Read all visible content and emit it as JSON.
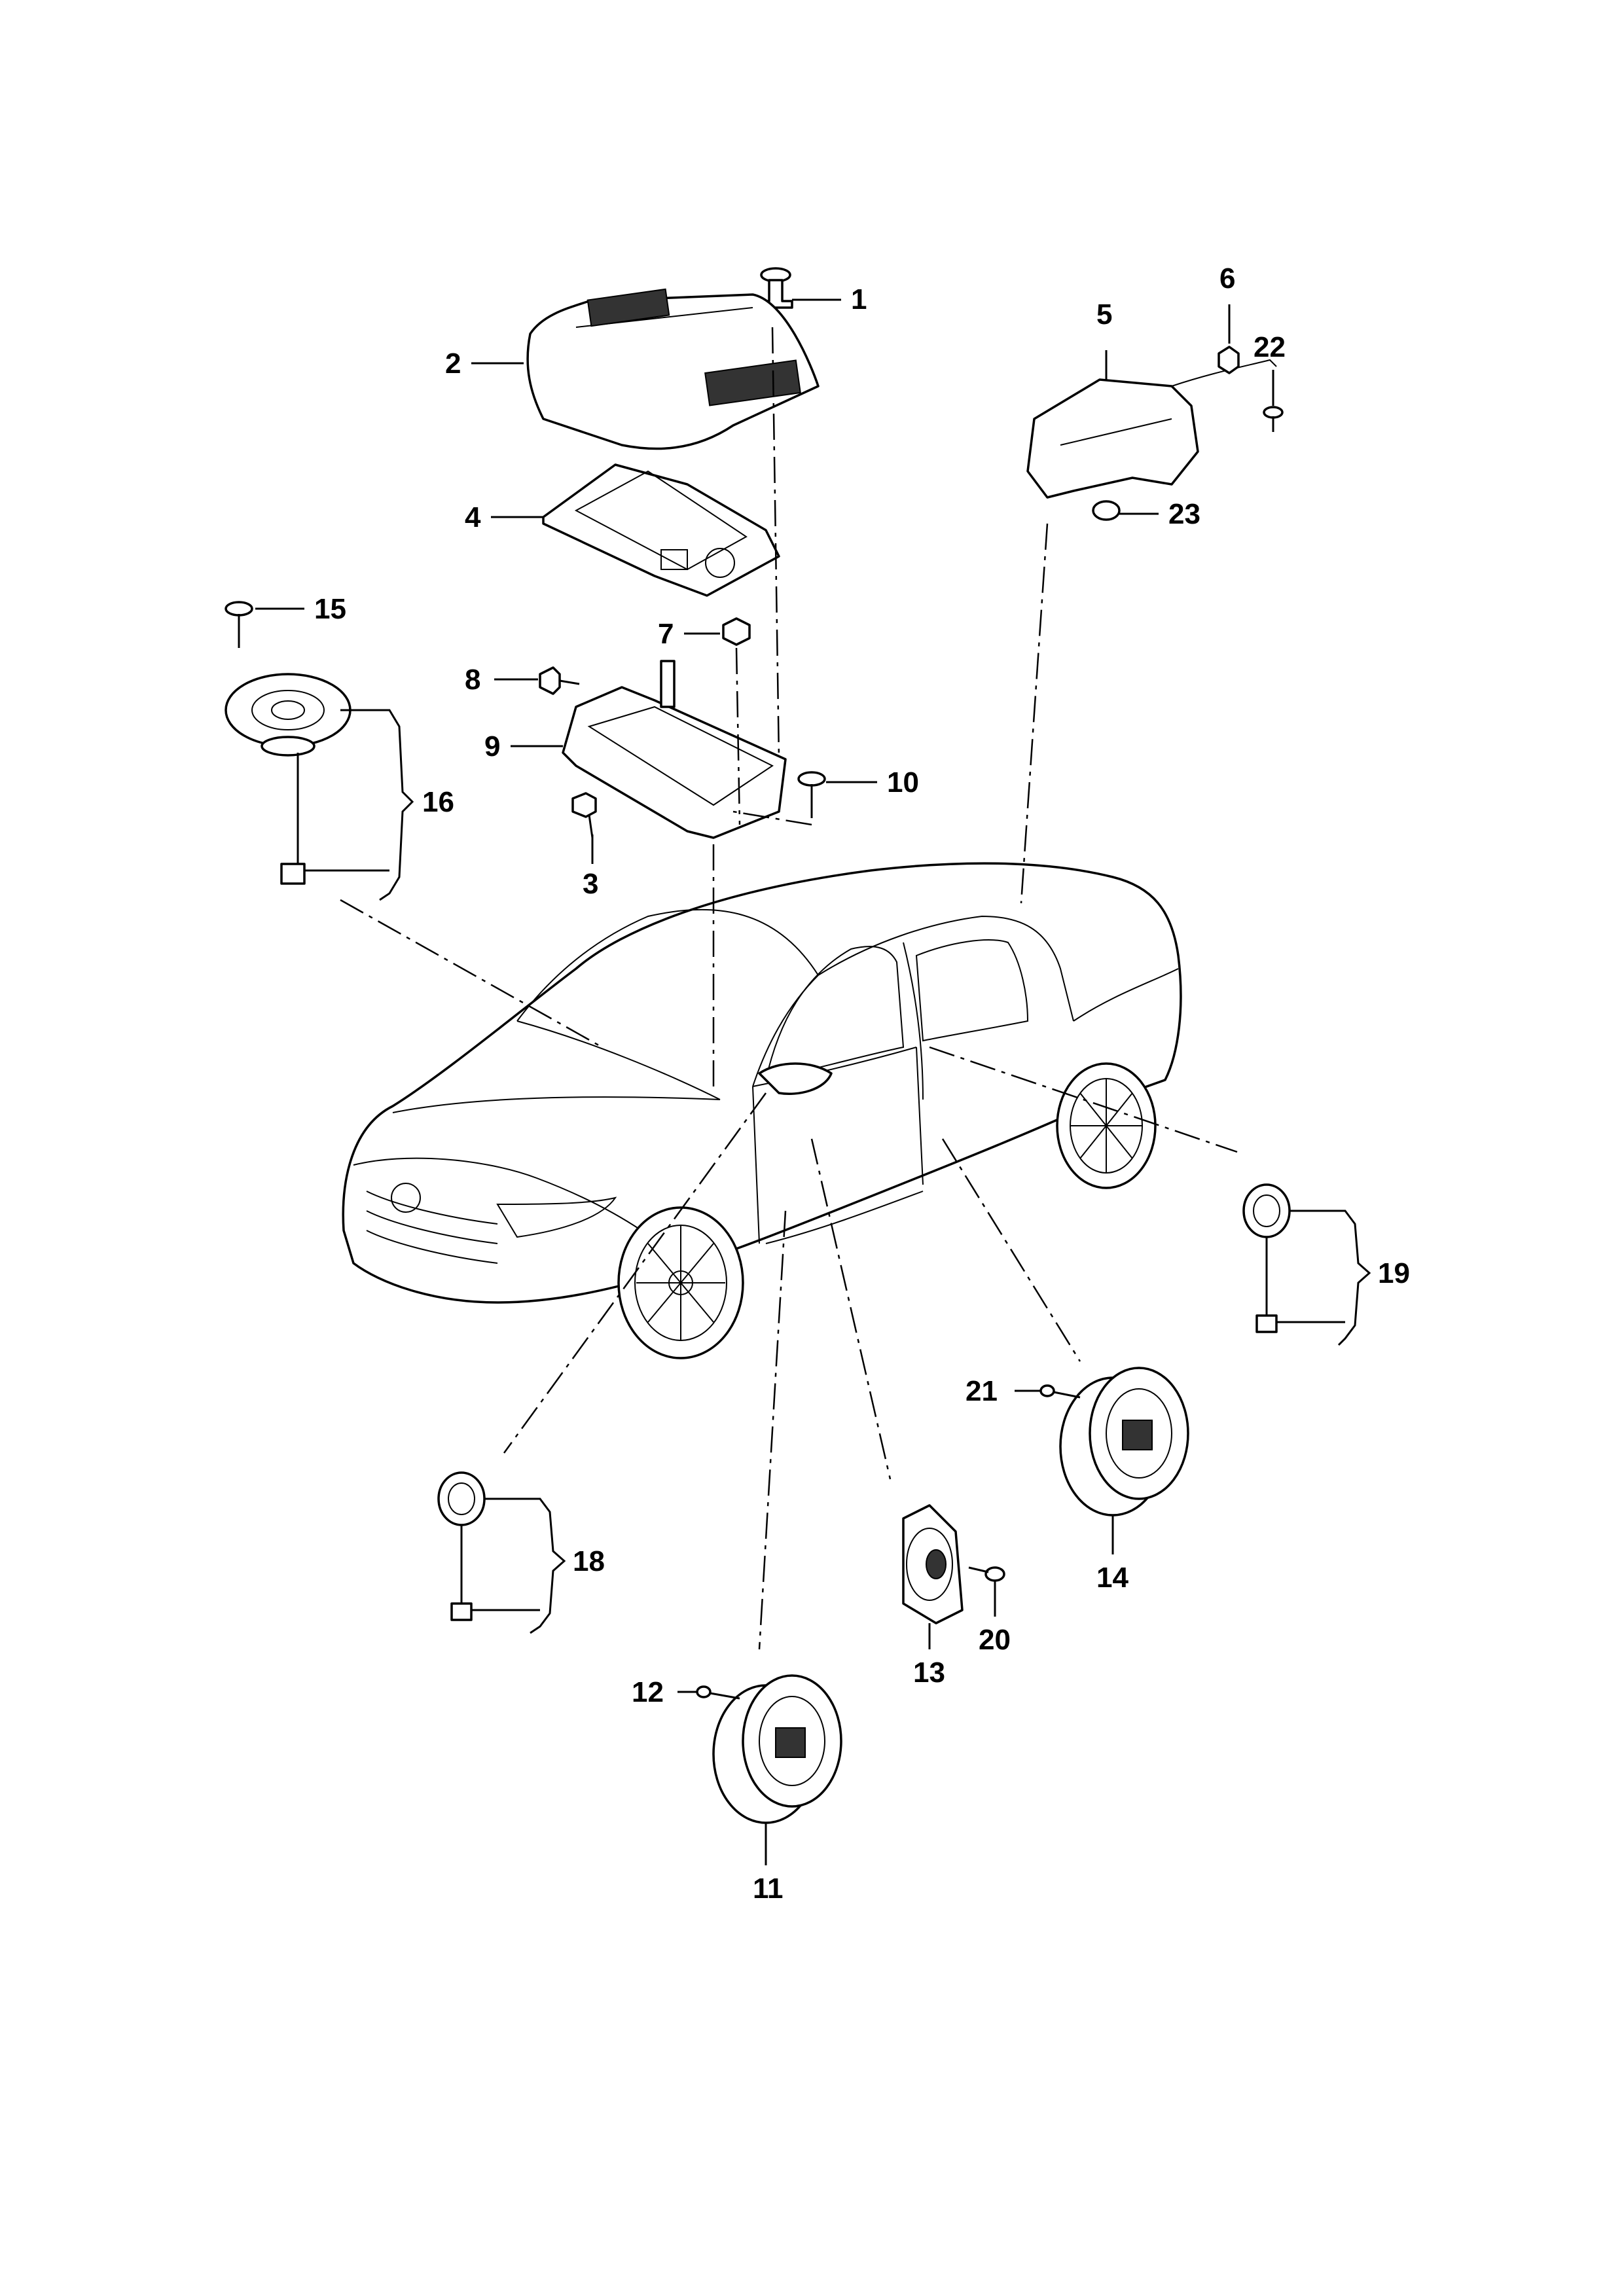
{
  "labels": [
    {
      "id": "1",
      "text": "1"
    },
    {
      "id": "2",
      "text": "2"
    },
    {
      "id": "3",
      "text": "3"
    },
    {
      "id": "4",
      "text": "4"
    },
    {
      "id": "5",
      "text": "5"
    },
    {
      "id": "6",
      "text": "6"
    },
    {
      "id": "7",
      "text": "7"
    },
    {
      "id": "8",
      "text": "8"
    },
    {
      "id": "9",
      "text": "9"
    },
    {
      "id": "10",
      "text": "10"
    },
    {
      "id": "11",
      "text": "11"
    },
    {
      "id": "12",
      "text": "12"
    },
    {
      "id": "13",
      "text": "13"
    },
    {
      "id": "14",
      "text": "14"
    },
    {
      "id": "15",
      "text": "15"
    },
    {
      "id": "16",
      "text": "16"
    },
    {
      "id": "18",
      "text": "18"
    },
    {
      "id": "19",
      "text": "19"
    },
    {
      "id": "20",
      "text": "20"
    },
    {
      "id": "21",
      "text": "21"
    },
    {
      "id": "22",
      "text": "22"
    },
    {
      "id": "23",
      "text": "23"
    }
  ],
  "colors": {
    "ink": "#000000",
    "paper": "#ffffff",
    "shade": "#333333"
  }
}
